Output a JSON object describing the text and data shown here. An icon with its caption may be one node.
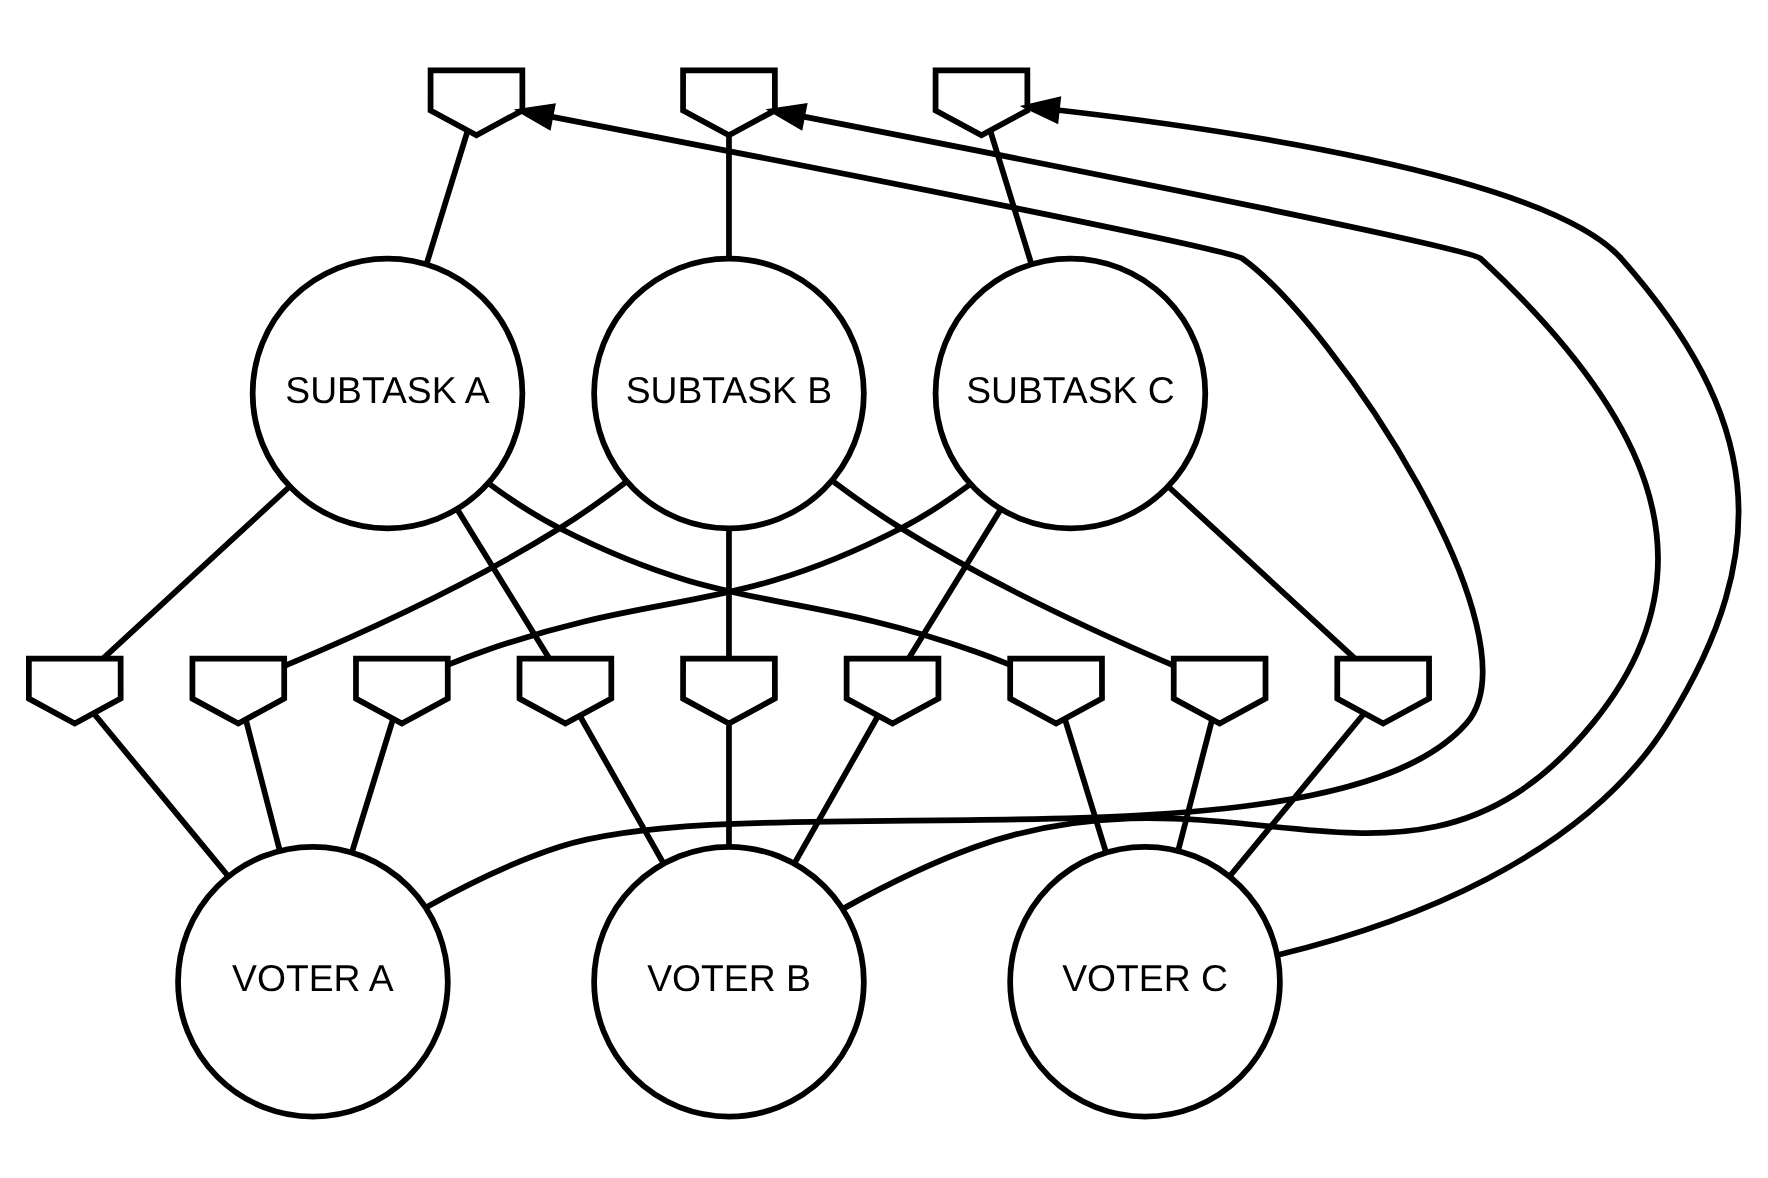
{
  "diagram": {
    "nodes": [
      {
        "text": [],
        "shape": "queue"
      },
      {
        "text": [],
        "shape": "queue"
      },
      {
        "text": [],
        "shape": "queue"
      },
      {
        "text": [
          "SUBTASK A"
        ]
      },
      {
        "text": [
          "SUBTASK B"
        ]
      },
      {
        "text": [
          "SUBTASK C"
        ]
      },
      {
        "text": [],
        "shape": "queue"
      },
      {
        "text": [],
        "shape": "queue"
      },
      {
        "text": [],
        "shape": "queue"
      },
      {
        "text": [],
        "shape": "queue"
      },
      {
        "text": [],
        "shape": "queue"
      },
      {
        "text": [],
        "shape": "queue"
      },
      {
        "text": [],
        "shape": "queue"
      },
      {
        "text": [],
        "shape": "queue"
      },
      {
        "text": [],
        "shape": "queue"
      },
      {
        "text": [
          "VOTER A"
        ]
      },
      {
        "text": [
          "VOTER B"
        ]
      },
      {
        "text": [
          "VOTER C"
        ]
      }
    ],
    "edges": [
      {
        "from": 0,
        "to": 3,
        "arrow": "none"
      },
      {
        "from": 1,
        "to": 4,
        "arrow": "none"
      },
      {
        "from": 2,
        "to": 5,
        "arrow": "none"
      },
      {
        "from": 3,
        "to": 6,
        "arrow": "none"
      },
      {
        "from": 3,
        "to": 9,
        "arrow": "none"
      },
      {
        "from": 3,
        "to": 12,
        "arrow": "none"
      },
      {
        "from": 4,
        "to": 7,
        "arrow": "none"
      },
      {
        "from": 4,
        "to": 10,
        "arrow": "none"
      },
      {
        "from": 4,
        "to": 13,
        "arrow": "none"
      },
      {
        "from": 5,
        "to": 8,
        "arrow": "none"
      },
      {
        "from": 5,
        "to": 11,
        "arrow": "none"
      },
      {
        "from": 5,
        "to": 14,
        "arrow": "none"
      },
      {
        "from": 6,
        "to": 15,
        "arrow": "none"
      },
      {
        "from": 7,
        "to": 15,
        "arrow": "none"
      },
      {
        "from": 8,
        "to": 15,
        "arrow": "none"
      },
      {
        "from": 9,
        "to": 16,
        "arrow": "none"
      },
      {
        "from": 10,
        "to": 16,
        "arrow": "none"
      },
      {
        "from": 11,
        "to": 16,
        "arrow": "none"
      },
      {
        "from": 12,
        "to": 17,
        "arrow": "none"
      },
      {
        "from": 13,
        "to": 17,
        "arrow": "none"
      },
      {
        "from": 14,
        "to": 17,
        "arrow": "none"
      },
      {
        "from": 15,
        "to": 0,
        "arrow": "to"
      },
      {
        "from": 16,
        "to": 1,
        "arrow": "to"
      },
      {
        "from": 17,
        "to": 2,
        "arrow": "to"
      }
    ]
  }
}
